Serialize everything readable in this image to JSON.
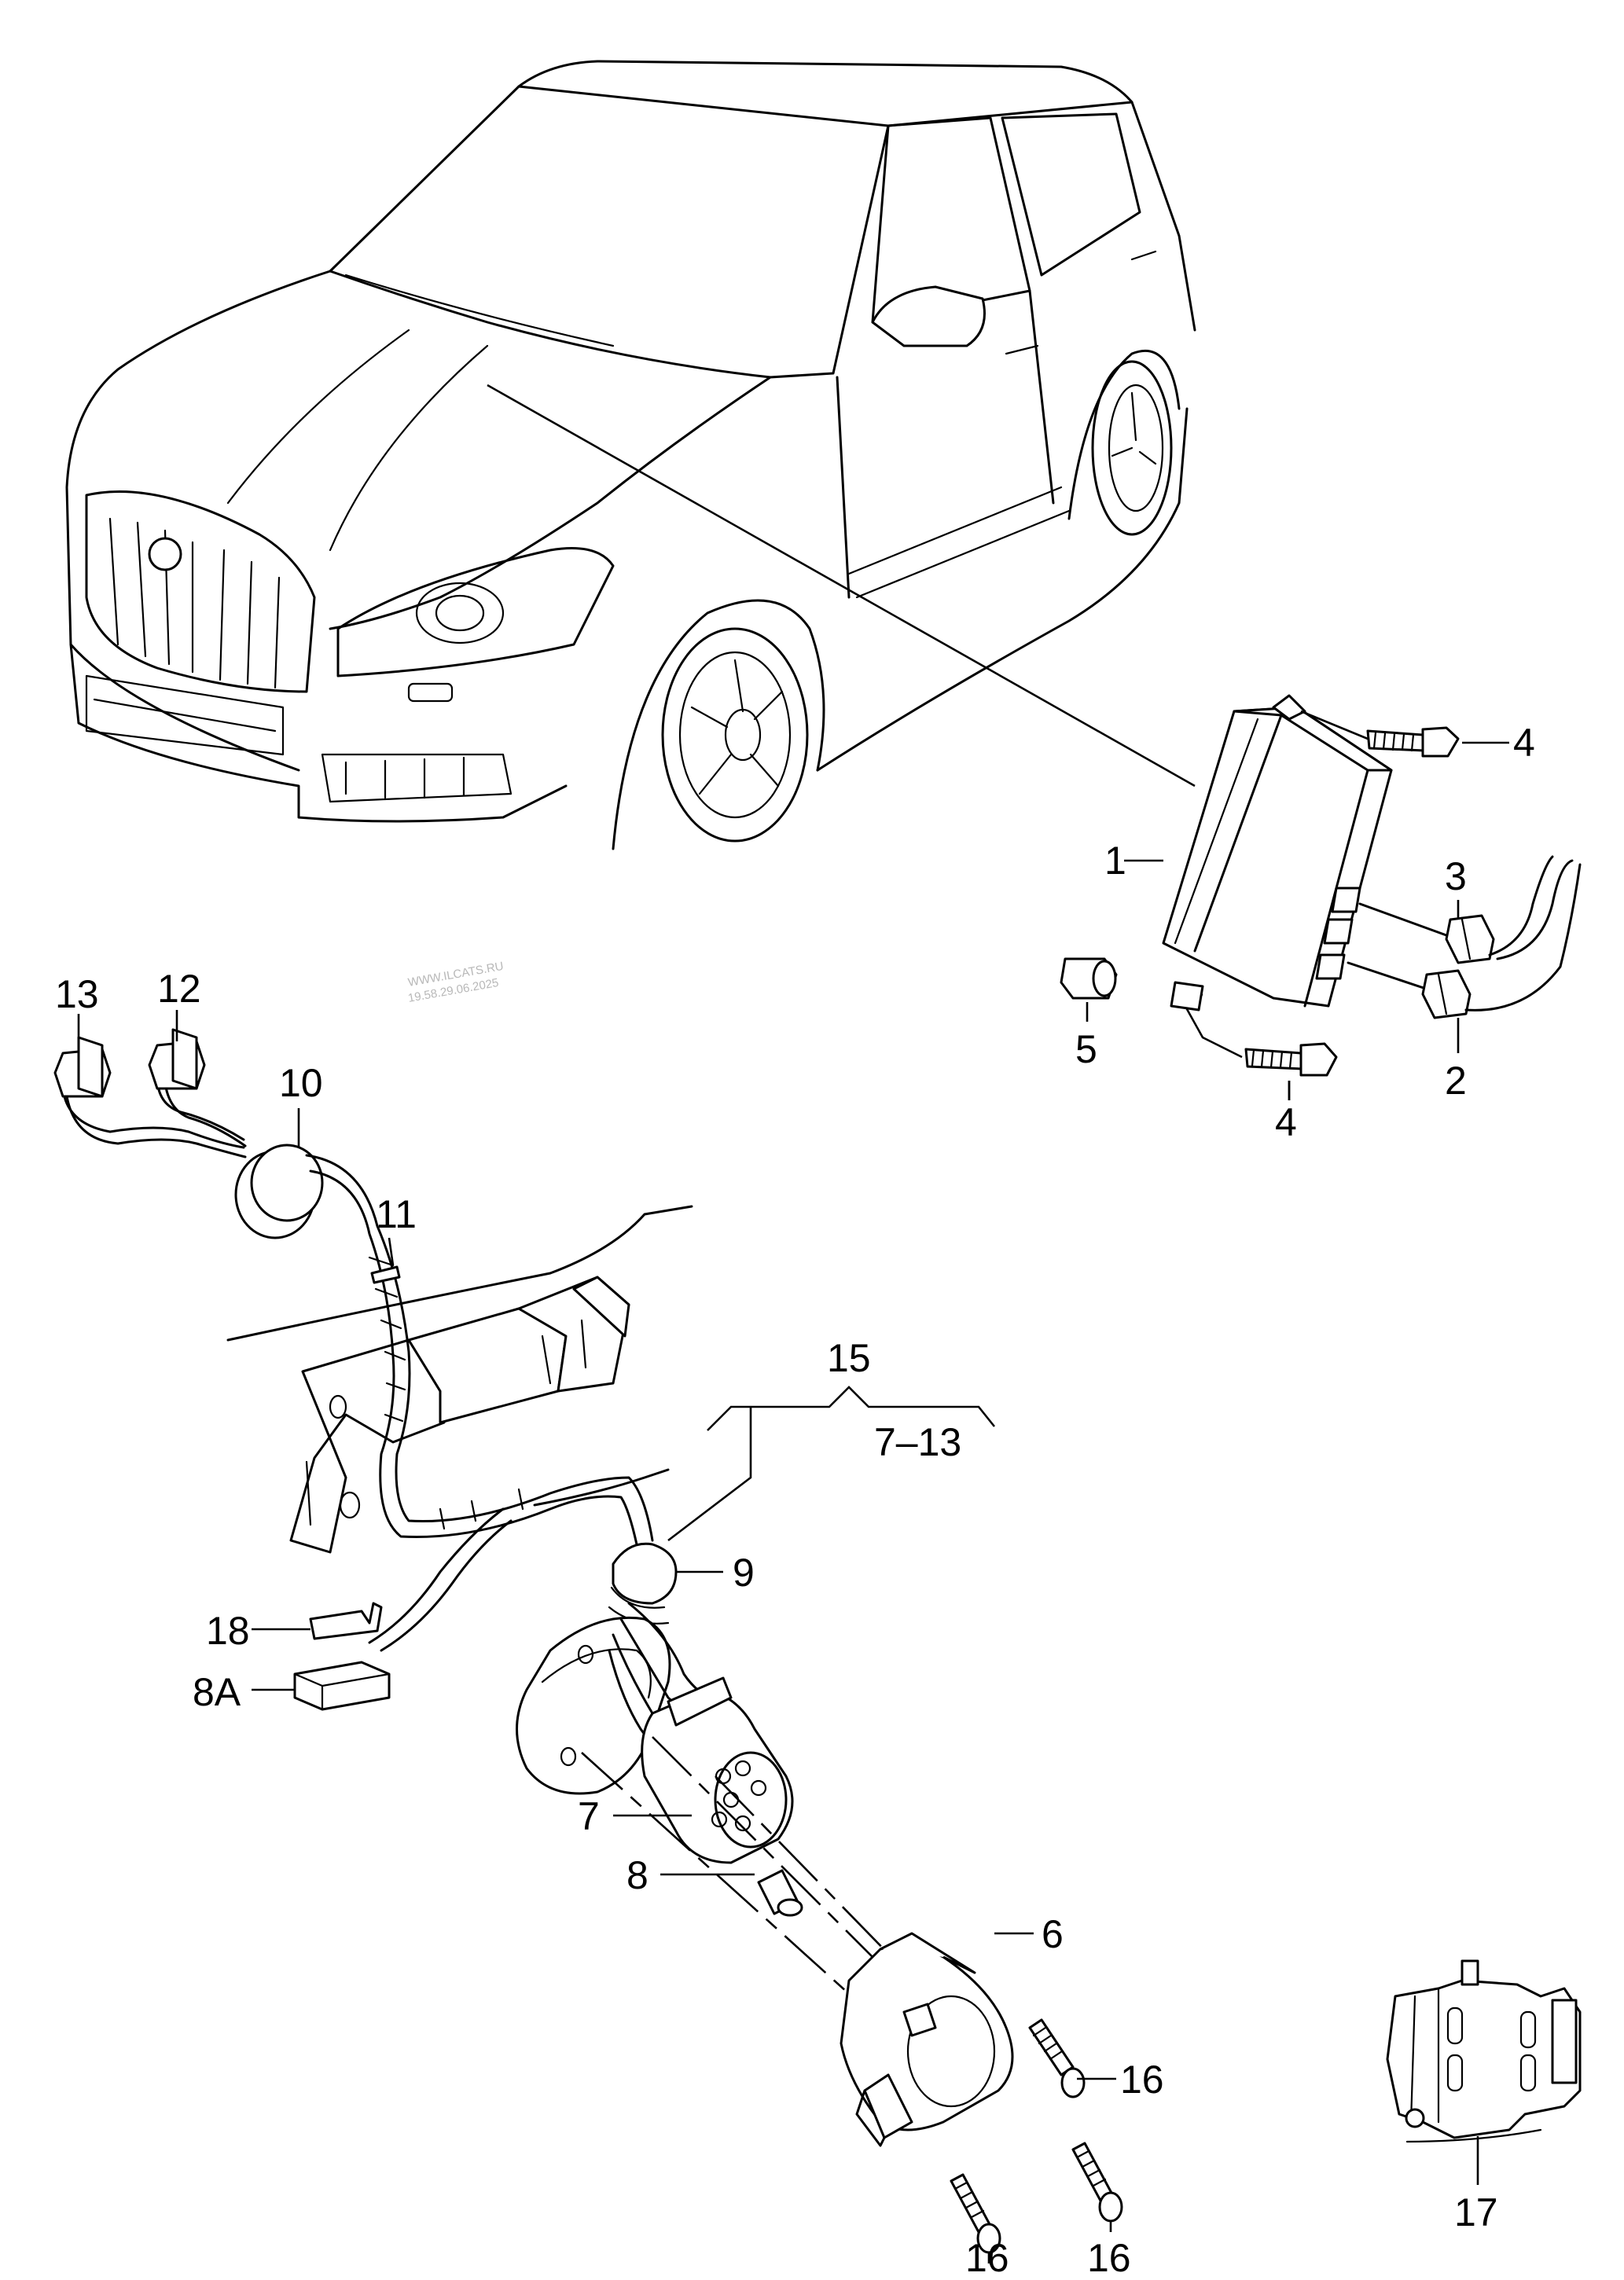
{
  "watermark": {
    "line1": "WWW.ILCATS.RU",
    "line2": "19.58.29.06.2025"
  },
  "callouts": {
    "c1": "1",
    "c2": "2",
    "c3": "3",
    "c4_top": "4",
    "c4_bottom": "4",
    "c5": "5",
    "c6": "6",
    "c7": "7",
    "c8": "8",
    "c8a": "8A",
    "c9": "9",
    "c10": "10",
    "c11": "11",
    "c12": "12",
    "c13": "13",
    "c15": "15",
    "c15_range": "7–13",
    "c16_right": "16",
    "c16_bottom_left": "16",
    "c16_bottom_right": "16",
    "c17": "17",
    "c18": "18"
  }
}
